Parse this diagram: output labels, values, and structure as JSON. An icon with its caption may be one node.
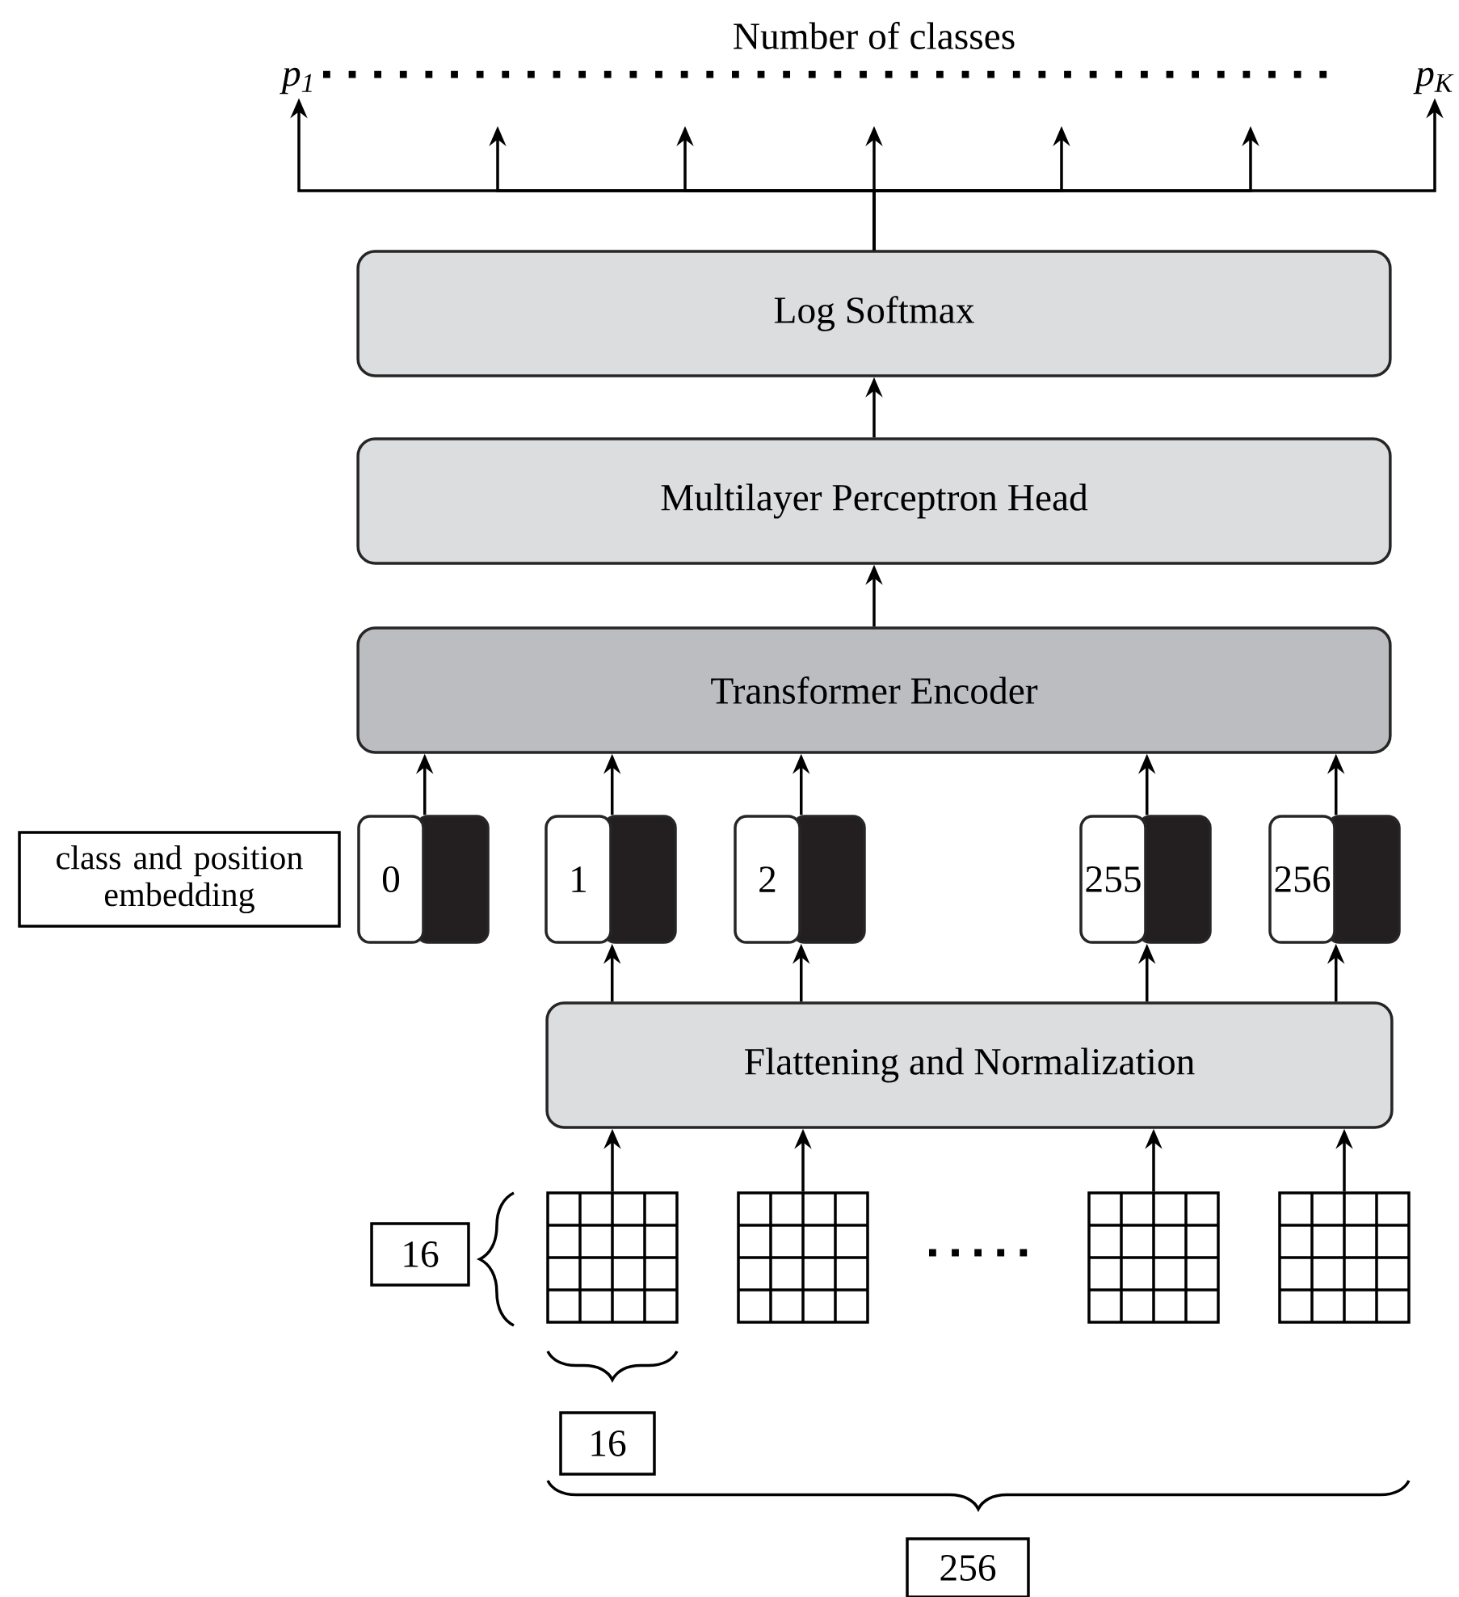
{
  "diagram": {
    "nodes": [
      {
        "text": [
          "p$_{1}$"
        ]
      },
      {
        "text": [
          "p$_{K}$"
        ]
      },
      {
        "text": [
          "Log Softmax"
        ]
      },
      {
        "text": [
          "Multilayer Perceptron Head"
        ]
      },
      {
        "text": [
          "Transformer Encoder"
        ]
      },
      {
        "text": [
          "class and position embedding"
        ]
      },
      {
        "text": [
          "0"
        ]
      },
      {
        "text": [
          "1"
        ]
      },
      {
        "text": [
          "2"
        ]
      },
      {
        "text": [
          "255"
        ]
      },
      {
        "text": [
          "256"
        ]
      },
      {
        "text": [
          "Flattening and Normalization"
        ]
      },
      {
        "text": [],
        "shape": "grid"
      },
      {
        "text": [],
        "shape": "grid"
      },
      {
        "text": [],
        "shape": "grid"
      },
      {
        "text": [],
        "shape": "grid"
      },
      {
        "text": [
          "16"
        ]
      },
      {
        "text": [
          "16"
        ]
      },
      {
        "text": [
          "256"
        ]
      }
    ],
    "edges": [
      {
        "from": 2,
        "to": 0,
        "arrow": "to"
      },
      {
        "from": 2,
        "to": null,
        "arrow": "to"
      },
      {
        "from": 2,
        "to": null,
        "arrow": "to"
      },
      {
        "from": 2,
        "to": null,
        "arrow": "to"
      },
      {
        "from": 2,
        "to": null,
        "arrow": "to"
      },
      {
        "from": 2,
        "to": null,
        "arrow": "to"
      },
      {
        "from": 2,
        "to": 1,
        "arrow": "to"
      },
      {
        "from": 3,
        "to": 2,
        "arrow": "to"
      },
      {
        "from": 4,
        "to": 3,
        "arrow": "to"
      },
      {
        "from": 6,
        "to": 4,
        "arrow": "to"
      },
      {
        "from": 7,
        "to": 4,
        "arrow": "to"
      },
      {
        "from": 8,
        "to": 4,
        "arrow": "to"
      },
      {
        "from": 9,
        "to": 4,
        "arrow": "to"
      },
      {
        "from": 10,
        "to": 4,
        "arrow": "to"
      },
      {
        "from": 11,
        "to": 7,
        "arrow": "to"
      },
      {
        "from": 11,
        "to": 8,
        "arrow": "to"
      },
      {
        "from": 11,
        "to": 9,
        "arrow": "to"
      },
      {
        "from": 11,
        "to": 10,
        "arrow": "to"
      },
      {
        "from": 12,
        "to": 11,
        "arrow": "to"
      },
      {
        "from": 13,
        "to": 11,
        "arrow": "to"
      },
      {
        "from": 14,
        "to": 11,
        "arrow": "to"
      },
      {
        "from": 15,
        "to": 11,
        "arrow": "to"
      }
    ],
    "labels": [
      "Number of classes"
    ]
  }
}
